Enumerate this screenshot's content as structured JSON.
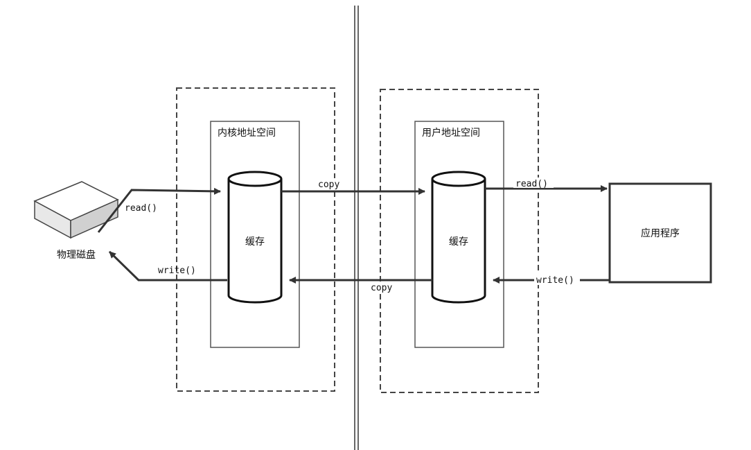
{
  "kernel": {
    "title": "内核地址空间",
    "cache_label": "缓存"
  },
  "user": {
    "title": "用户地址空间",
    "cache_label": "缓存"
  },
  "disk": {
    "label": "物理磁盘"
  },
  "app": {
    "label": "应用程序"
  },
  "arrows": {
    "disk_read": "read()",
    "disk_write": "write()",
    "copy_to_user": "copy",
    "copy_to_kernel": "copy",
    "app_read": "read()",
    "app_write": "write()"
  },
  "colors": {
    "line": "#333333",
    "box": "#555555",
    "fill": "#ffffff",
    "disk_side": "#d9d9d9"
  }
}
